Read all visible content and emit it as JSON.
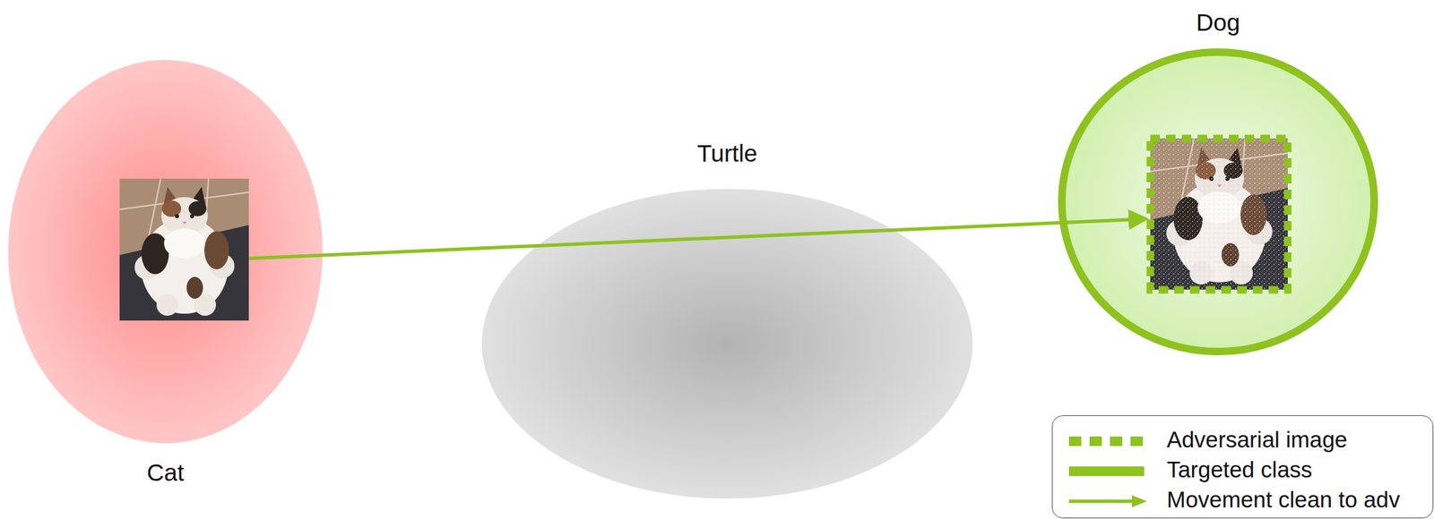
{
  "diagram": {
    "nodes": [
      {
        "text": [
          "Cat"
        ]
      },
      {
        "text": [
          "Turtle"
        ]
      },
      {
        "text": [
          "Dog"
        ]
      }
    ],
    "legend": [
      {
        "text": "Adversarial image"
      },
      {
        "text": "Targeted class"
      },
      {
        "text": "Movement clean to adv"
      }
    ]
  }
}
